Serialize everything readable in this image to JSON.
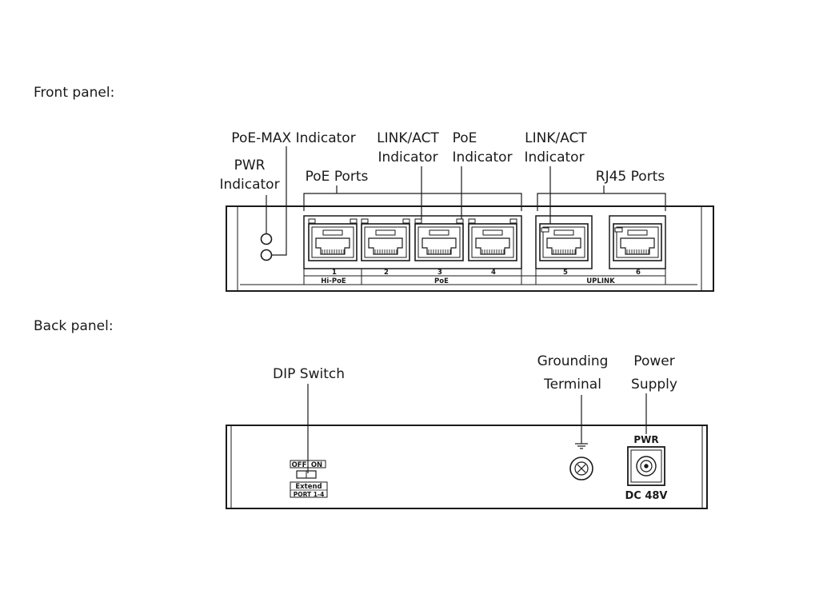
{
  "front": {
    "title": "Front panel:",
    "labels": {
      "poe_max": "PoE-MAX Indicator",
      "pwr_1": "PWR",
      "pwr_2": "Indicator",
      "link_act_1a": "LINK/ACT",
      "link_act_1b": "Indicator",
      "poe_ind_a": "PoE",
      "poe_ind_b": "Indicator",
      "link_act_2a": "LINK/ACT",
      "link_act_2b": "Indicator",
      "poe_ports": "PoE Ports",
      "rj45_ports": "RJ45 Ports"
    },
    "ports": [
      "1",
      "2",
      "3",
      "4",
      "5",
      "6"
    ],
    "groups": {
      "hi_poe": "Hi-PoE",
      "poe": "PoE",
      "uplink": "UPLINK"
    }
  },
  "back": {
    "title": "Back panel:",
    "labels": {
      "dip_switch": "DIP Switch",
      "grounding_1": "Grounding",
      "grounding_2": "Terminal",
      "power_1": "Power",
      "power_2": "Supply"
    },
    "dip": {
      "off": "OFF",
      "on": "ON",
      "extend": "Extend",
      "port_range": "PORT 1-4"
    },
    "pwr_label": "PWR",
    "dc_label": "DC 48V"
  },
  "colors": {
    "line": "#1a1a1a"
  }
}
